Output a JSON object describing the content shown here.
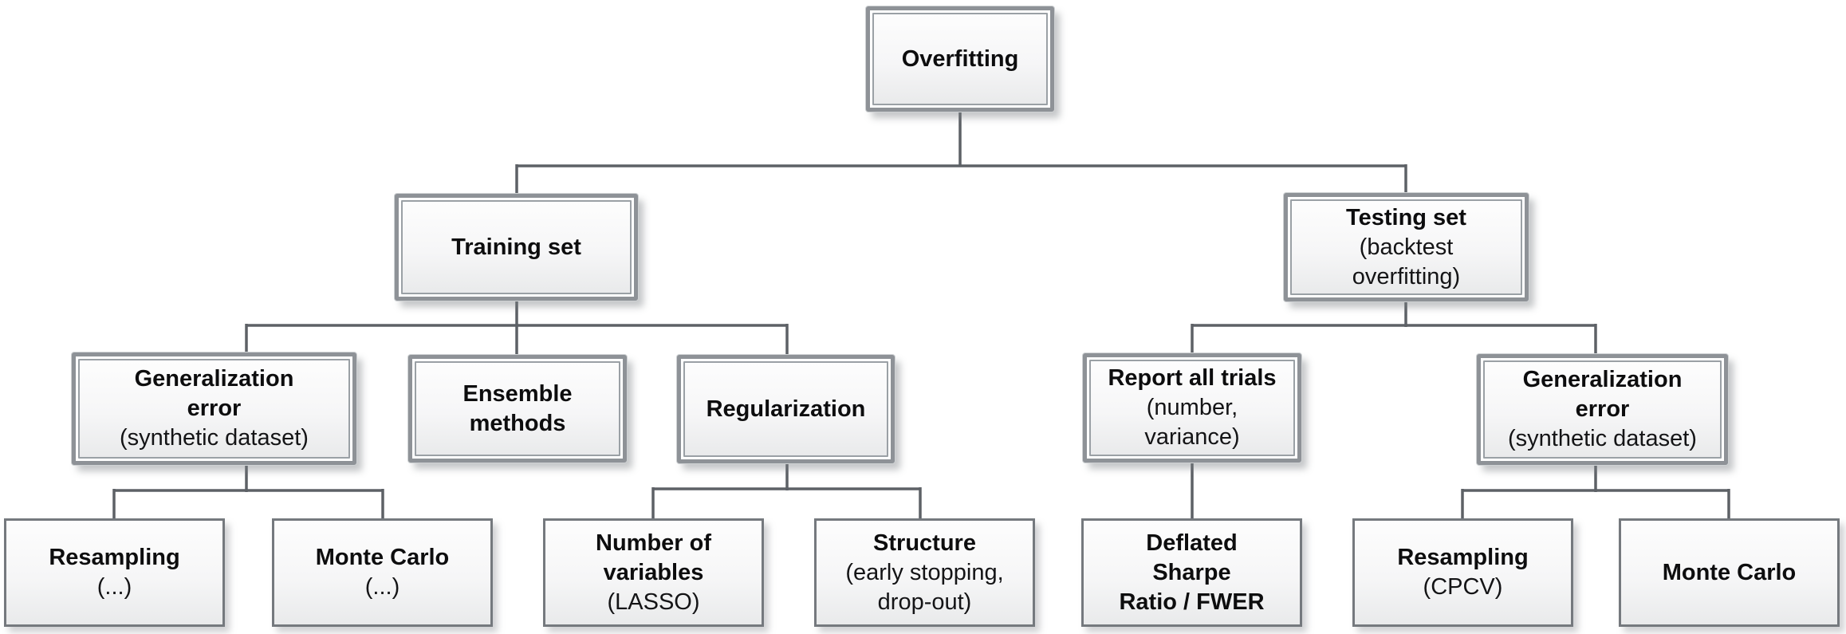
{
  "diagram": {
    "name": "Overfitting taxonomy tree",
    "colors": {
      "background": "#ffffff",
      "box_border_outer": "#8e9297",
      "box_border_inner": "#9aa0a5",
      "leaf_border": "#75797e",
      "box_fill_top": "#fdfdfd",
      "box_fill_bottom": "#e9eaeb",
      "connector": "#5d6166",
      "text": "#0d0d0e"
    },
    "nodes": {
      "overfitting": {
        "title": [
          "Overfitting"
        ],
        "subtitle": []
      },
      "training": {
        "title": [
          "Training set"
        ],
        "subtitle": []
      },
      "testing": {
        "title": [
          "Testing set"
        ],
        "subtitle": [
          "(backtest",
          "overfitting)"
        ]
      },
      "generror_left": {
        "title": [
          "Generalization",
          "error"
        ],
        "subtitle": [
          "(synthetic dataset)"
        ]
      },
      "ensemble": {
        "title": [
          "Ensemble",
          "methods"
        ],
        "subtitle": []
      },
      "regularization": {
        "title": [
          "Regularization"
        ],
        "subtitle": []
      },
      "report_all_trials": {
        "title": [
          "Report all trials"
        ],
        "subtitle": [
          "(number,",
          "variance)"
        ]
      },
      "generror_right": {
        "title": [
          "Generalization",
          "error"
        ],
        "subtitle": [
          "(synthetic dataset)"
        ]
      },
      "resampling_left": {
        "title": [
          "Resampling"
        ],
        "subtitle": [
          "(...)"
        ]
      },
      "monte_carlo_left": {
        "title": [
          "Monte Carlo"
        ],
        "subtitle": [
          "(...)"
        ]
      },
      "number_of_variables": {
        "title": [
          "Number of",
          "variables"
        ],
        "subtitle": [
          "(LASSO)"
        ]
      },
      "structure": {
        "title": [
          "Structure"
        ],
        "subtitle": [
          "(early stopping,",
          "drop-out)"
        ]
      },
      "deflated_sharpe": {
        "title": [
          "Deflated",
          "Sharpe",
          "Ratio / FWER"
        ],
        "subtitle": []
      },
      "resampling_cpcv": {
        "title": [
          "Resampling"
        ],
        "subtitle": [
          "(CPCV)"
        ]
      },
      "monte_carlo_right": {
        "title": [
          "Monte Carlo"
        ],
        "subtitle": []
      }
    },
    "edges": [
      [
        "overfitting",
        "training"
      ],
      [
        "overfitting",
        "testing"
      ],
      [
        "training",
        "generror_left"
      ],
      [
        "training",
        "ensemble"
      ],
      [
        "training",
        "regularization"
      ],
      [
        "testing",
        "report_all_trials"
      ],
      [
        "testing",
        "generror_right"
      ],
      [
        "generror_left",
        "resampling_left"
      ],
      [
        "generror_left",
        "monte_carlo_left"
      ],
      [
        "regularization",
        "number_of_variables"
      ],
      [
        "regularization",
        "structure"
      ],
      [
        "report_all_trials",
        "deflated_sharpe"
      ],
      [
        "generror_right",
        "resampling_cpcv"
      ],
      [
        "generror_right",
        "monte_carlo_right"
      ]
    ]
  }
}
